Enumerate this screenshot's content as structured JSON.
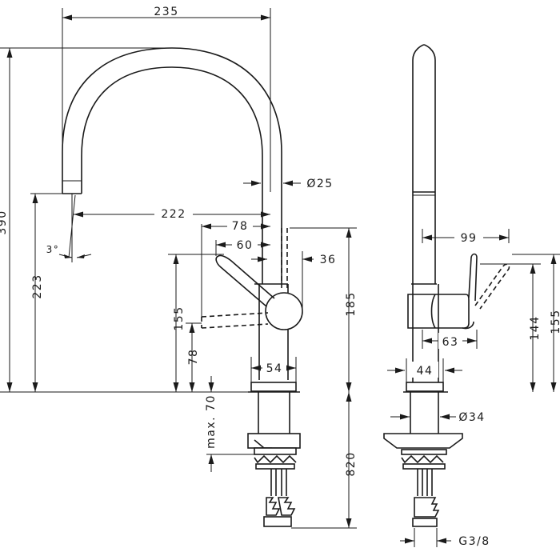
{
  "front_view": {
    "dims": {
      "overall_width": "235",
      "overall_height": "390",
      "spout_height": "223",
      "reach": "222",
      "lever_offset_78": "78",
      "lever_offset_60": "60",
      "lever_dia": "36",
      "body_dia": "Ø25",
      "spout_angle": "3°",
      "lever_height": "155",
      "lever_base": "78",
      "body_height": "185",
      "base_width": "54",
      "max_counter": "max. 70",
      "under_length": "820"
    }
  },
  "side_view": {
    "dims": {
      "lever_reach": "99",
      "lever_depth": "63",
      "lever_height_144": "144",
      "lever_height_155": "155",
      "base_width": "44",
      "shank_dia": "Ø34",
      "thread": "G3/8"
    }
  }
}
